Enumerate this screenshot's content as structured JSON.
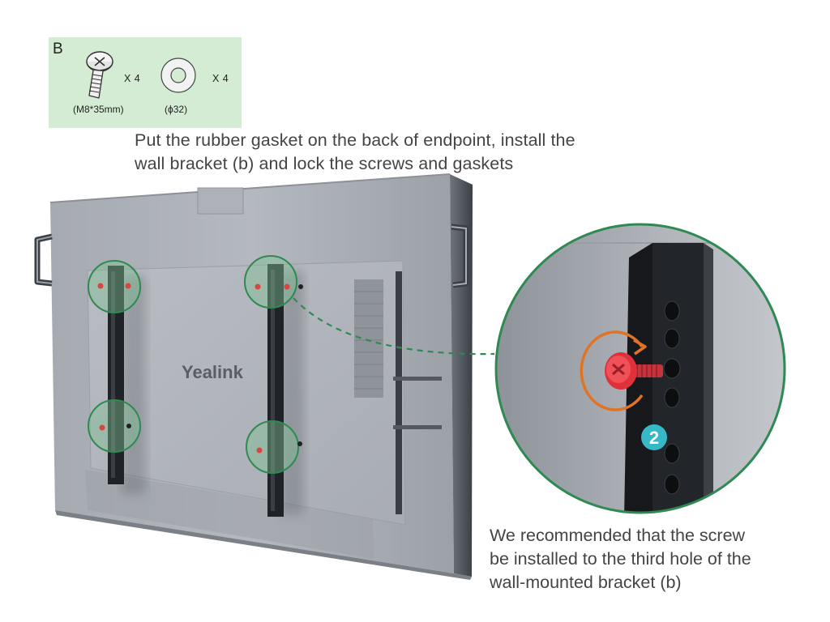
{
  "parts": {
    "letter": "B",
    "screw": {
      "icon": "screw-icon",
      "quantity": "X 4",
      "spec": "(M8*35mm)"
    },
    "gasket": {
      "icon": "gasket-icon",
      "quantity": "X 4",
      "spec": "(ϕ32)"
    }
  },
  "instruction": {
    "line1": "Put the rubber gasket on the back of endpoint, install the",
    "line2": "wall bracket (b) and lock the screws and gaskets"
  },
  "device": {
    "brand": "Yealink",
    "step_badge": "2"
  },
  "note": {
    "line1": "We recommended that the screw",
    "line2": "be installed to the third hole of the",
    "line3": "wall-mounted bracket (b)"
  },
  "colors": {
    "panel": "#d4ecd4",
    "highlight_border": "#2e8a52",
    "screw": "#e0303a",
    "rotation_arrow": "#e07424",
    "badge": "#36b8c8"
  }
}
